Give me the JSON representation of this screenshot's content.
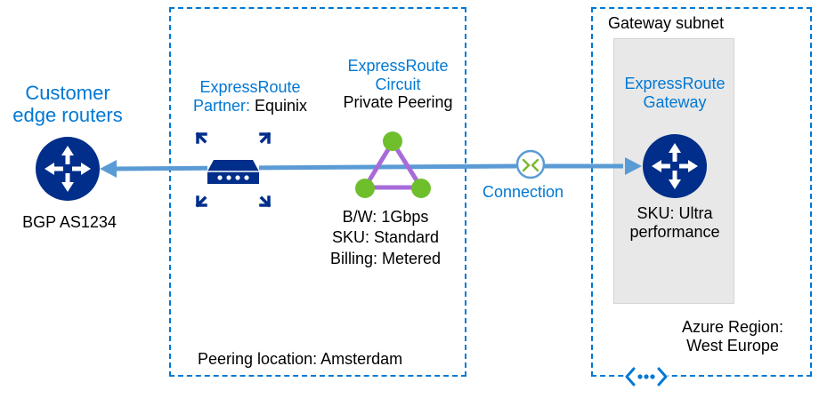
{
  "customer": {
    "title_line1": "Customer",
    "title_line2": "edge routers",
    "asn": "BGP AS1234"
  },
  "peering_location": {
    "label": "Peering location: Amsterdam"
  },
  "partner": {
    "line1": "ExpressRoute",
    "line2_prefix": "Partner:",
    "line2_value": "Equinix"
  },
  "circuit": {
    "line1": "ExpressRoute",
    "line2": "Circuit",
    "line3": "Private Peering",
    "bandwidth": "B/W: 1Gbps",
    "sku": "SKU: Standard",
    "billing": "Billing: Metered"
  },
  "connection": {
    "label": "Connection"
  },
  "gateway_subnet": {
    "label": "Gateway subnet"
  },
  "gateway": {
    "line1": "ExpressRoute",
    "line2": "Gateway",
    "sku_line1": "SKU: Ultra",
    "sku_line2": "performance"
  },
  "region": {
    "line1": "Azure Region:",
    "line2": "West Europe"
  },
  "icons": {
    "router": "router-icon",
    "partner_device": "network-device-icon",
    "circuit": "expressroute-circuit-icon",
    "connection": "connection-icon",
    "gateway": "gateway-router-icon",
    "vnet": "virtual-network-icon"
  },
  "colors": {
    "accent": "#0078d4",
    "router_fill": "#002e8a",
    "link": "#5b9bd5",
    "circuit_triangle": "#a76bd9",
    "circuit_node": "#6fbf2d",
    "subnet_fill": "#e8e8e8"
  }
}
